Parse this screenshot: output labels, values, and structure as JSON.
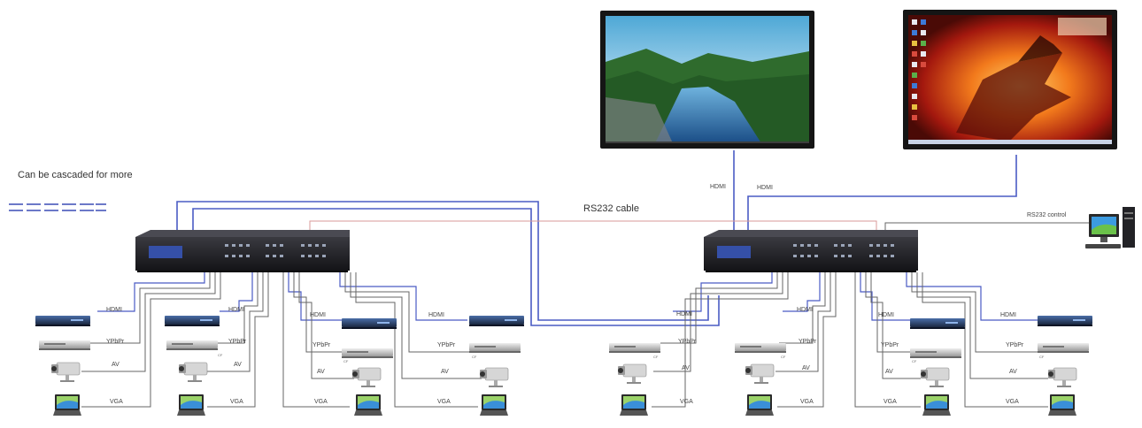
{
  "texts": {
    "cascade_note": "Can be cascaded for more",
    "rs232_cable": "RS232 cable",
    "rs232_control": "RS232 control",
    "hdmi": "HDMI",
    "ypbpr": "YPbPr",
    "av": "AV",
    "vga": "VGA",
    "cf": "CF"
  },
  "colors": {
    "hdmi_line": "#4a5bc4",
    "rs232_line": "#d99a9a",
    "cable_line": "#666666",
    "device_body": "#1e1e22",
    "screen_bezel": "#151515"
  },
  "icons": {
    "matrix": "hdmi-matrix-switcher",
    "display": "flat-screen-display",
    "computer": "desktop-computer-icon",
    "blu_ray": "blu-ray-player-icon",
    "dvd": "dvd-player-icon",
    "camera": "cctv-camera-icon",
    "laptop": "laptop-icon"
  }
}
